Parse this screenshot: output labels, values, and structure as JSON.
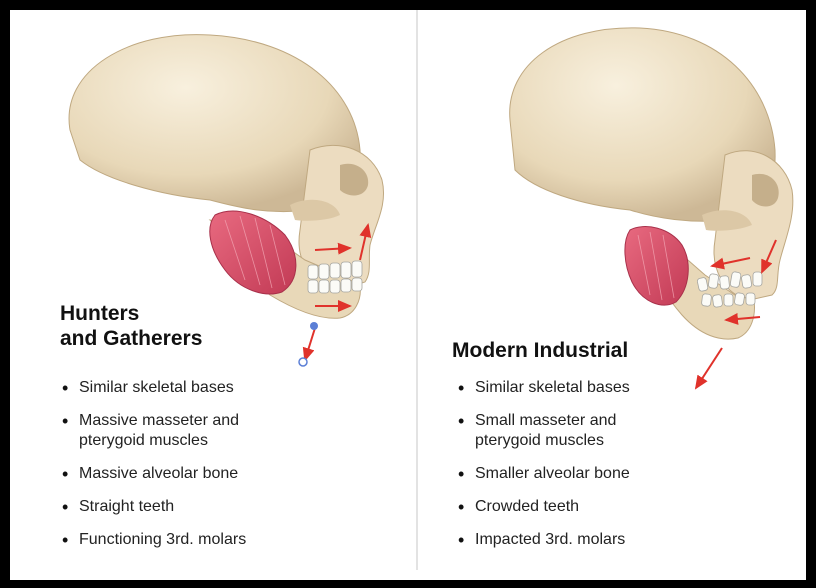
{
  "panels": [
    {
      "title_line1": "Hunters",
      "title_line2": "and Gatherers",
      "bullets": [
        "Similar skeletal bases",
        "Massive masseter and pterygoid muscles",
        "Massive alveolar bone",
        "Straight teeth",
        "Functioning 3rd. molars"
      ]
    },
    {
      "title": "Modern Industrial",
      "bullets": [
        "Similar skeletal bases",
        "Small masseter and pterygoid muscles",
        "Smaller alveolar bone",
        "Crowded teeth",
        "Impacted 3rd. molars"
      ]
    }
  ],
  "colors": {
    "bone": "#efe3cc",
    "bone_shadow": "#cdb896",
    "muscle": "#d9506a",
    "arrow": "#e0322b",
    "marker": "#5b7fd6"
  }
}
